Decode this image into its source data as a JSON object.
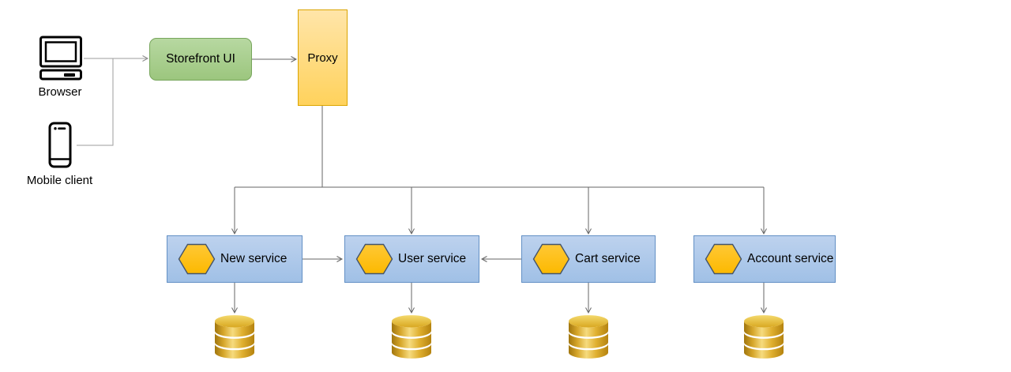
{
  "diagram": {
    "clients": [
      {
        "label": "Browser"
      },
      {
        "label": "Mobile client"
      }
    ],
    "storefront": {
      "label": "Storefront UI"
    },
    "proxy": {
      "label": "Proxy"
    },
    "services": [
      {
        "label": "New service"
      },
      {
        "label": "User service"
      },
      {
        "label": "Cart service"
      },
      {
        "label": "Account service"
      }
    ],
    "colors": {
      "storefront_fill": "#a9d18e",
      "storefront_border": "#77a55c",
      "proxy_fill": "#ffd966",
      "proxy_border": "#dba400",
      "service_fill": "#a9c6e8",
      "service_border": "#6390c5",
      "hexagon_fill": "#ffc012",
      "hexagon_border": "#44546a",
      "database_gold": "#d9a821",
      "connector_dark": "#666666",
      "connector_light": "#9d9d9d"
    }
  }
}
